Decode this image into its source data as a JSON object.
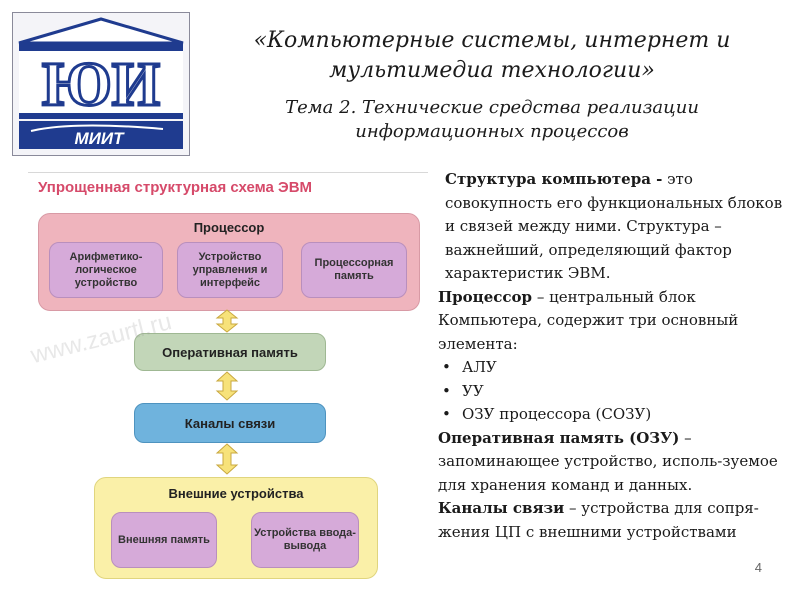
{
  "logo": {
    "letters": "ЮИ",
    "wordmark": "МИИТ"
  },
  "title": {
    "main": "«Компьютерные  системы, интернет и мультимедиа технологии»",
    "sub": "Тема 2. Технические средства реализации информационных процессов"
  },
  "diagram": {
    "title": "Упрощенная структурная схема ЭВМ",
    "processor": {
      "label": "Процессор",
      "blocks": [
        "Арифметико-логическое устройство",
        "Устройство управления и интерфейс",
        "Процессорная память"
      ]
    },
    "ram": "Оперативная память",
    "channels": "Каналы связи",
    "external": {
      "label": "Внешние устройства",
      "blocks": [
        "Внешняя память",
        "Устройства ввода-вывода"
      ]
    },
    "watermark": "www.zaurtl.ru"
  },
  "text": {
    "p1_bold": "Структура компьютера -",
    "p1_rest": " это совокупность его функциональных блоков и связей между ними. Структура –  важнейший, определяющий фактор характеристик ЭВМ.",
    "p2_bold": "Процессор",
    "p2_rest": " – центральный блок Компьютера, содержит три основный элемента:",
    "bullets": [
      "АЛУ",
      "УУ",
      "ОЗУ процессора (СОЗУ)"
    ],
    "p3_bold": "Оперативная память (ОЗУ)",
    "p3_rest": " – запоминающее устройство, исполь-зуемое для хранения команд и данных.",
    "p4_bold": "Каналы связи",
    "p4_rest": " – устройства для сопря-жения ЦП с внешними устройствами"
  },
  "page_number": "4"
}
